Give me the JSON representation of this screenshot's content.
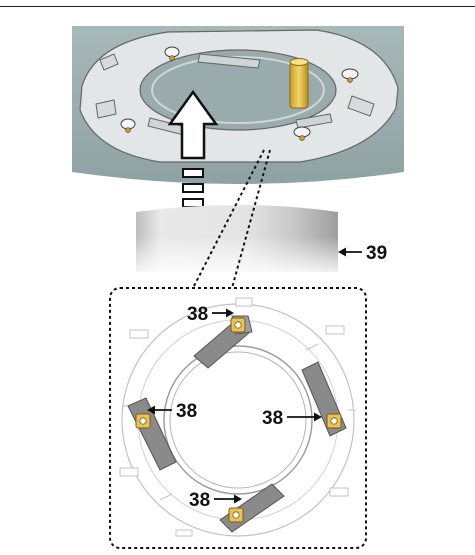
{
  "callouts": {
    "cylinder": "39",
    "clip_top": "38",
    "clip_left": "38",
    "clip_right": "38",
    "clip_bottom": "38"
  }
}
